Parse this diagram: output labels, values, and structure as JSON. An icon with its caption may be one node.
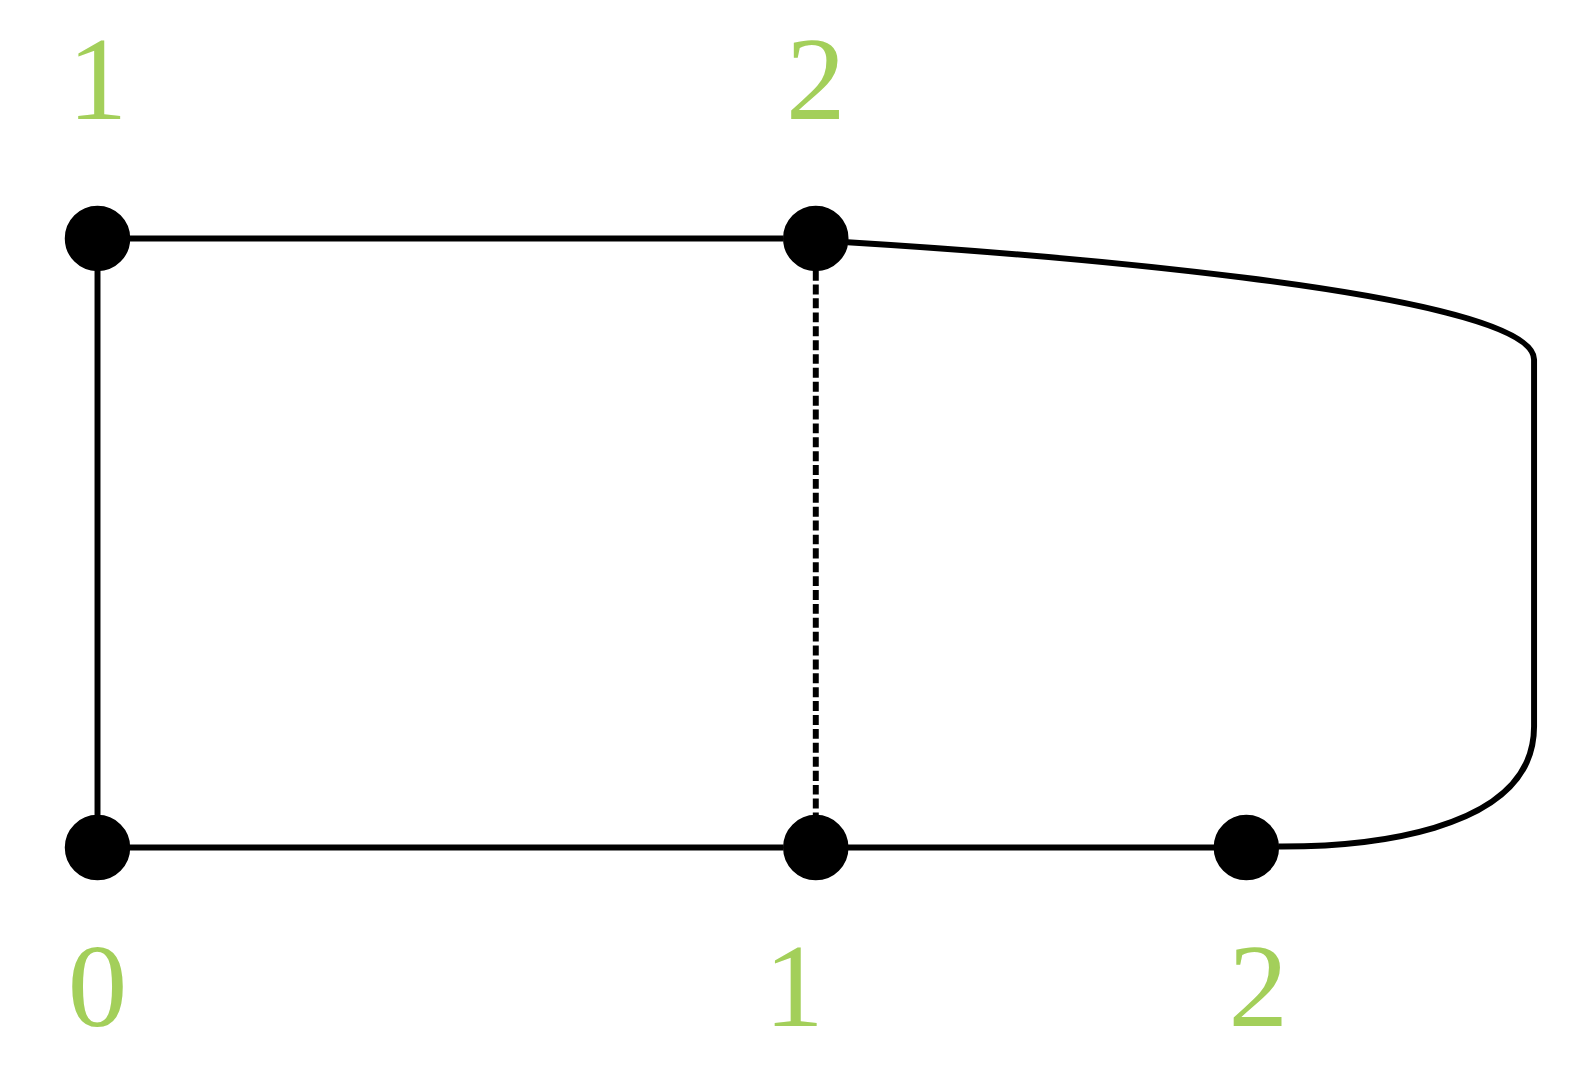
{
  "diagram": {
    "nodes": [
      {
        "text": [],
        "shape": "circle",
        "beside": [
          "1"
        ]
      },
      {
        "text": [],
        "shape": "circle",
        "beside": [
          "2"
        ]
      },
      {
        "text": [],
        "shape": "circle",
        "beside": [
          "0"
        ]
      },
      {
        "text": [],
        "shape": "circle",
        "beside": [
          "1"
        ]
      },
      {
        "text": [],
        "shape": "circle",
        "beside": [
          "2"
        ]
      }
    ],
    "edges": [
      {
        "from": 0,
        "to": 1,
        "arrow": "none"
      },
      {
        "from": 0,
        "to": 2,
        "arrow": "none"
      },
      {
        "from": 1,
        "to": 3,
        "arrow": "none",
        "style": "dashed"
      },
      {
        "from": 1,
        "to": 4,
        "arrow": "none"
      },
      {
        "from": 2,
        "to": 3,
        "arrow": "none"
      },
      {
        "from": 3,
        "to": 4,
        "arrow": "none"
      }
    ]
  }
}
